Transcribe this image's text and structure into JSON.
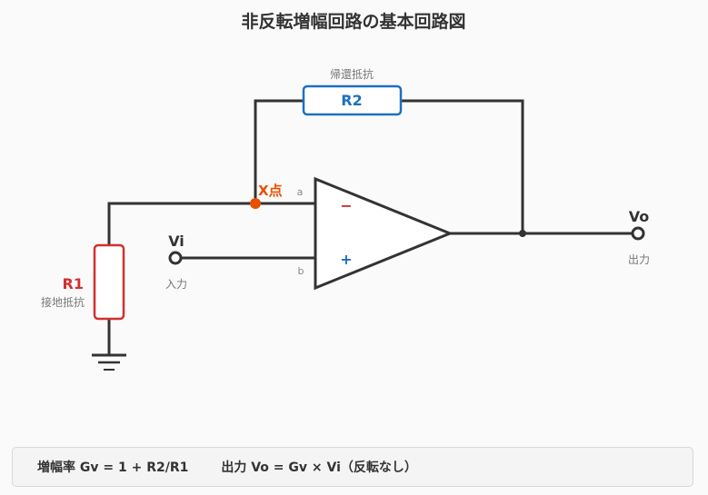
{
  "title": "非反転増幅回路の基本回路図",
  "feedback_resistor": {
    "name": "R2",
    "caption": "帰還抵抗",
    "color": "#1e6fc0"
  },
  "ground_resistor": {
    "name": "R1",
    "caption": "接地抵抗",
    "color": "#d32f2f"
  },
  "node_x": {
    "label": "X点",
    "color": "#e65100"
  },
  "opamp": {
    "pin_a": "a",
    "pin_b": "b",
    "inverting_sign": "−",
    "noninverting_sign": "+",
    "inverting_color": "#d32f2f",
    "noninverting_color": "#1e6fc0"
  },
  "input_terminal": {
    "name": "Vi",
    "caption": "入力"
  },
  "output_terminal": {
    "name": "Vo",
    "caption": "出力"
  },
  "footer": {
    "gain_formula": "増幅率 Gv = 1 + R2/R1",
    "output_formula": "出力 Vo = Gv × Vi（反転なし）"
  }
}
